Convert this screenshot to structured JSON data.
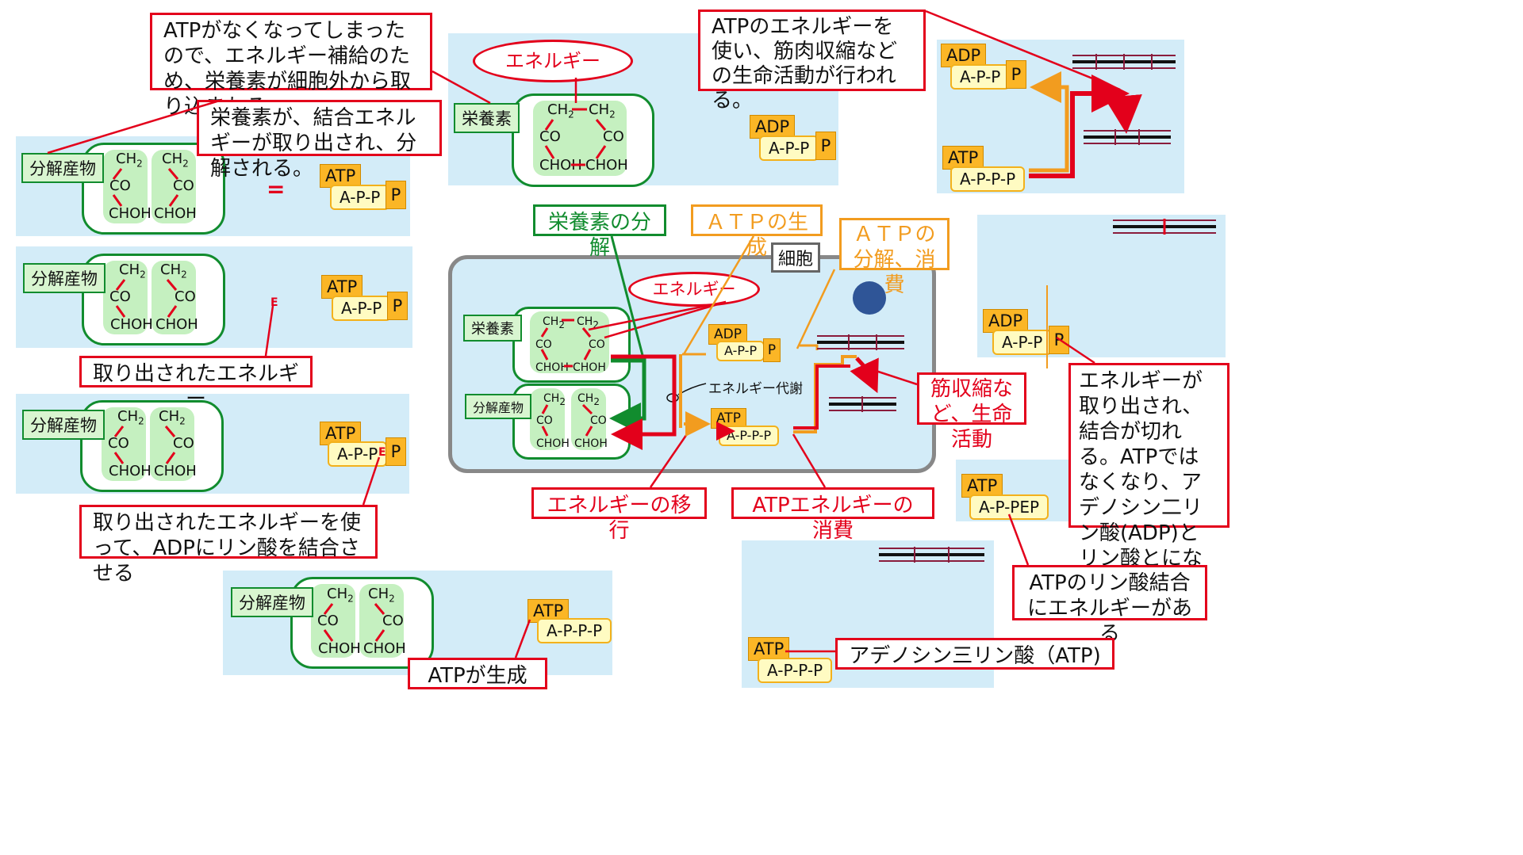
{
  "labels": {
    "nutrient": "栄養素",
    "decomp_product": "分解産物",
    "energy": "エネルギー",
    "cell": "細胞",
    "energy_metabolism": "エネルギー代謝",
    "adp": "ADP",
    "atp": "ATP",
    "p": "P",
    "e": "E",
    "minus": "="
  },
  "chem": {
    "ch2": "CH",
    "sub2": "2",
    "co": "CO",
    "choh": "CHOH"
  },
  "formula": {
    "app": "A-P-P",
    "appp": "A-P-P-P",
    "app_ep": "A-P-PEP"
  },
  "callouts": {
    "atp_gone": "ATPがなくなってしまったので、エネルギー補給のため、栄養素が細胞外から取り込まれる",
    "nutrient_split": "栄養素が、結合エネルギーが取り出され、分解される。",
    "extracted_energy": "取り出されたエネルギー",
    "use_energy": "取り出されたエネルギーを使って、ADPにリン酸を結合させる",
    "atp_formed": "ATPが生成",
    "atp_muscle": "ATPのエネルギーを使い、筋肉収縮などの生命活動が行われる。",
    "nutrient_decomp": "栄養素の分解",
    "atp_generation": "ＡＴＰの生成",
    "atp_consumption_1": "ＡＴＰの",
    "atp_consumption_2": "分解、消費",
    "muscle_life": "筋収縮など、生命活動",
    "energy_transfer": "エネルギーの移行",
    "atp_energy_consumption": "ATPエネルギーの消費",
    "bond_cut": "エネルギーが取り出され、結合が切れる。ATPではなくなり、アデノシン二リン酸(ADP)とリン酸とになる。",
    "phosphate_bond": "ATPのリン酸結合にエネルギーがある",
    "adenosine": "アデノシン三リン酸（ATP)"
  },
  "colors": {
    "red": "#e3001b",
    "green": "#118c2e",
    "orange": "#f29c1f",
    "panel": "#d3ecf8",
    "tag": "#fbb626"
  }
}
